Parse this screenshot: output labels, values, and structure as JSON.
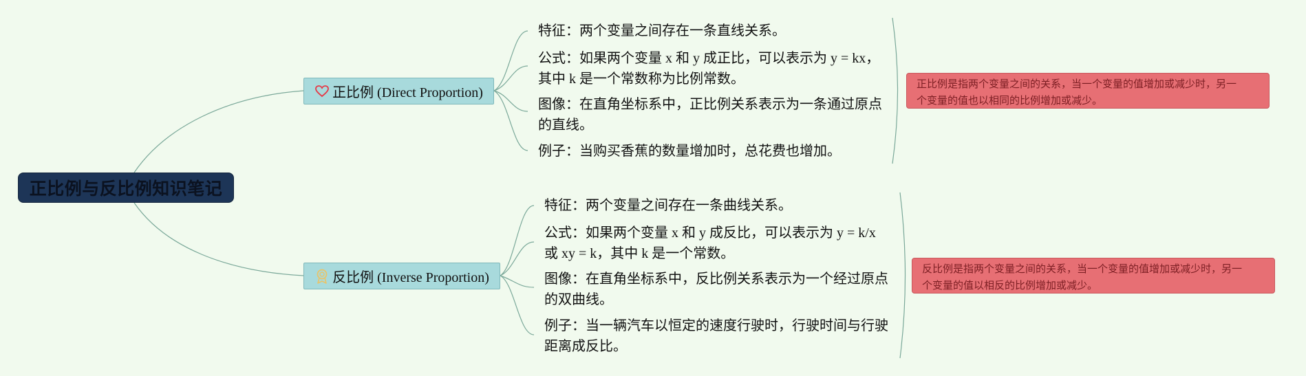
{
  "root": {
    "title": "正比例与反比例知识笔记"
  },
  "branches": [
    {
      "label": "正比例 (Direct Proportion)",
      "icon": "heart-icon",
      "leaves": [
        {
          "line1": "特征：两个变量之间存在一条直线关系。",
          "line2": ""
        },
        {
          "line1": "公式：如果两个变量 x 和 y 成正比，可以表示为 y = kx，",
          "line2": "其中 k 是一个常数称为比例常数。"
        },
        {
          "line1": "图像：在直角坐标系中，正比例关系表示为一条通过原点",
          "line2": "的直线。"
        },
        {
          "line1": "例子：当购买香蕉的数量增加时，总花费也增加。",
          "line2": ""
        }
      ],
      "summary": {
        "line1": "正比例是指两个变量之间的关系，当一个变量的值增加或减少时，另一",
        "line2": "个变量的值也以相同的比例增加或减少。"
      }
    },
    {
      "label": "反比例 (Inverse Proportion)",
      "icon": "award-medal-icon",
      "leaves": [
        {
          "line1": "特征：两个变量之间存在一条曲线关系。",
          "line2": ""
        },
        {
          "line1": "公式：如果两个变量 x 和 y 成反比，可以表示为 y = k/x",
          "line2": "或 xy = k，其中 k 是一个常数。"
        },
        {
          "line1": "图像：在直角坐标系中，反比例关系表示为一个经过原点",
          "line2": "的双曲线。"
        },
        {
          "line1": "例子：当一辆汽车以恒定的速度行驶时，行驶时间与行驶",
          "line2": "距离成反比。"
        }
      ],
      "summary": {
        "line1": "反比例是指两个变量之间的关系，当一个变量的值增加或减少时，另一",
        "line2": "个变量的值以相反的比例增加或减少。"
      }
    }
  ],
  "colors": {
    "background": "#f1faee",
    "root": "#1d3557",
    "branch": "#a8dadc",
    "summary": "#e76f74",
    "connector": "#7aa899",
    "heart": "#e63946",
    "medal": "#e9c46a"
  }
}
